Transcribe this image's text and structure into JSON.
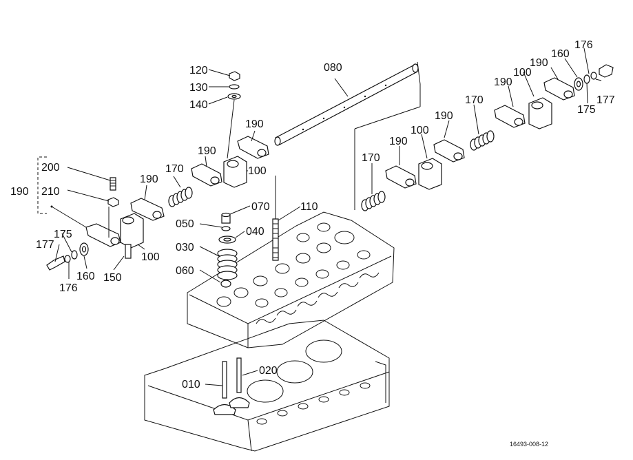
{
  "labels": {
    "p120": "120",
    "p130": "130",
    "p140": "140",
    "p080": "080",
    "p190_a": "190",
    "p100_a": "100",
    "p190_b": "190",
    "p170_a": "170",
    "p200": "200",
    "p210": "210",
    "p190_group": "190",
    "p190_c": "190",
    "p070": "070",
    "p110": "110",
    "p050": "050",
    "p040": "040",
    "p175_a": "175",
    "p177_a": "177",
    "p030": "030",
    "p100_b": "100",
    "p160_a": "160",
    "p150": "150",
    "p176_a": "176",
    "p060": "060",
    "p020": "020",
    "p010": "010",
    "p176_b": "176",
    "p190_d": "190",
    "p160_b": "160",
    "p100_c": "100",
    "p190_e": "190",
    "p177_b": "177",
    "p175_b": "175",
    "p170_b": "170",
    "p190_f": "190",
    "p100_d": "100",
    "p190_g": "190",
    "p170_c": "170"
  },
  "reference_code": "16493-008-12"
}
